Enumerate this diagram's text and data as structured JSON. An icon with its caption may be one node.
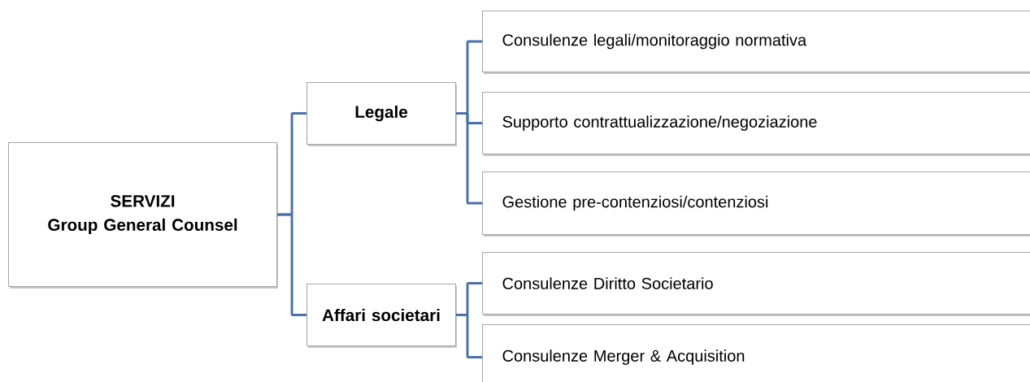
{
  "diagram": {
    "nodes": [
      {
        "text": [
          "SERVIZI",
          "Group General Counsel"
        ]
      },
      {
        "text": [
          "Legale"
        ]
      },
      {
        "text": [
          "Affari societari"
        ]
      },
      {
        "text": [
          "Consulenze legali/monitoraggio normativa"
        ]
      },
      {
        "text": [
          "Supporto contrattualizzazione/negoziazione"
        ]
      },
      {
        "text": [
          "Gestione pre-contenziosi/contenziosi"
        ]
      },
      {
        "text": [
          "Consulenze Diritto Societario"
        ]
      },
      {
        "text": [
          "Consulenze Merger & Acquisition"
        ]
      }
    ],
    "edges": [
      {
        "from": 0,
        "to": 1,
        "arrow": "none"
      },
      {
        "from": 0,
        "to": 2,
        "arrow": "none"
      },
      {
        "from": 1,
        "to": 3,
        "arrow": "none"
      },
      {
        "from": 1,
        "to": 4,
        "arrow": "none"
      },
      {
        "from": 1,
        "to": 5,
        "arrow": "none"
      },
      {
        "from": 2,
        "to": 6,
        "arrow": "none"
      },
      {
        "from": 2,
        "to": 7,
        "arrow": "none"
      }
    ]
  }
}
